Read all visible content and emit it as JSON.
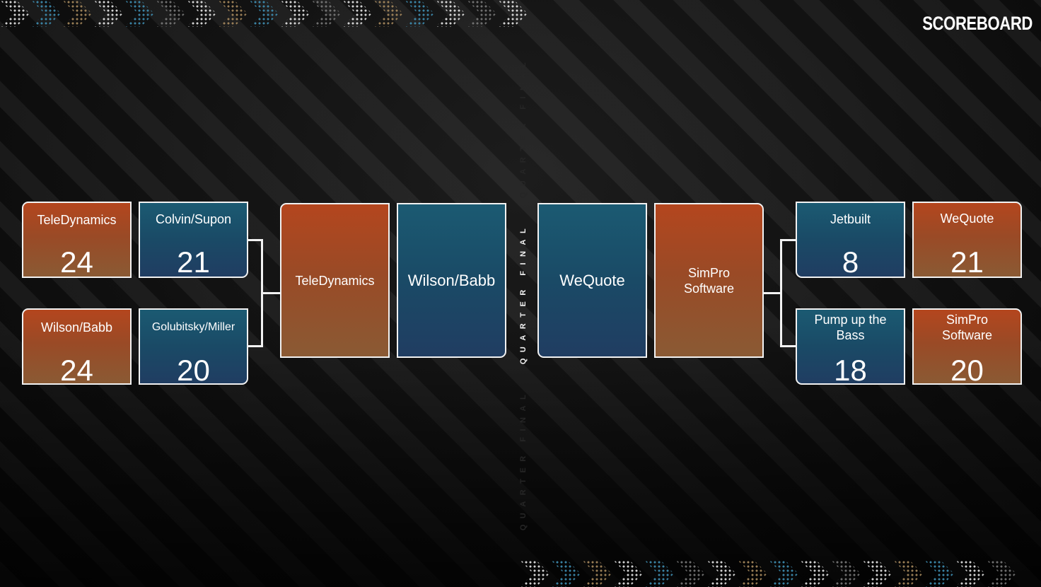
{
  "brand": {
    "logo": "SCOREBOARD"
  },
  "round_label": {
    "text": "QUARTER FINAL"
  },
  "left_bracket": {
    "match1": {
      "team_a": {
        "name": "TeleDynamics",
        "score": "24"
      },
      "team_b": {
        "name": "Colvin/Supon",
        "score": "21"
      }
    },
    "match2": {
      "team_a": {
        "name": "Wilson/Babb",
        "score": "24"
      },
      "team_b": {
        "name": "Golubitsky/Miller",
        "score": "20"
      }
    },
    "advancing": [
      {
        "name": "TeleDynamics"
      },
      {
        "name": "Wilson/Babb"
      }
    ]
  },
  "right_bracket": {
    "match1": {
      "team_a": {
        "name": "Jetbuilt",
        "score": "8"
      },
      "team_b": {
        "name": "WeQuote",
        "score": "21"
      }
    },
    "match2": {
      "team_a": {
        "name": "Pump up the Bass",
        "score": "18"
      },
      "team_b": {
        "name": "SimPro Software",
        "score": "20"
      }
    },
    "advancing": [
      {
        "name": "WeQuote"
      },
      {
        "name": "SimPro Software"
      }
    ]
  },
  "colors": {
    "orange_card": "#a3481f",
    "blue_card": "#1b4d6a",
    "border": "#f2f2f2",
    "background": "#0e0e0e"
  }
}
